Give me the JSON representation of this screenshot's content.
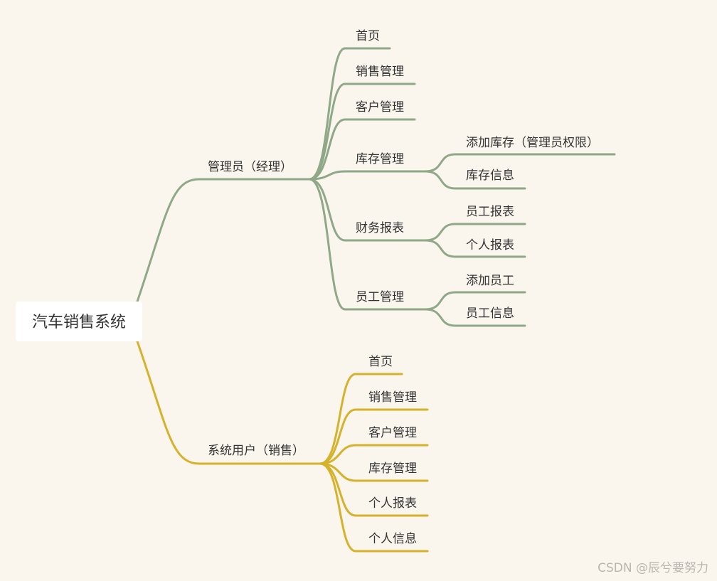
{
  "colors": {
    "background": "#faf6ee",
    "root_box": "#ffffff",
    "branch_admin": "#8fa887",
    "branch_sales": "#d6b22c",
    "text": "#333333",
    "watermark": "#b9b6b0"
  },
  "root": {
    "label": "汽车销售系统"
  },
  "branches": [
    {
      "key": "admin",
      "label": "管理员（经理）",
      "color": "#8fa887",
      "children": [
        {
          "label": "首页",
          "children": []
        },
        {
          "label": "销售管理",
          "children": []
        },
        {
          "label": "客户管理",
          "children": []
        },
        {
          "label": "库存管理",
          "children": [
            {
              "label": "添加库存（管理员权限）"
            },
            {
              "label": "库存信息"
            }
          ]
        },
        {
          "label": "财务报表",
          "children": [
            {
              "label": "员工报表"
            },
            {
              "label": "个人报表"
            }
          ]
        },
        {
          "label": "员工管理",
          "children": [
            {
              "label": "添加员工"
            },
            {
              "label": "员工信息"
            }
          ]
        }
      ]
    },
    {
      "key": "sales",
      "label": "系统用户（销售）",
      "color": "#d6b22c",
      "children": [
        {
          "label": "首页",
          "children": []
        },
        {
          "label": "销售管理",
          "children": []
        },
        {
          "label": "客户管理",
          "children": []
        },
        {
          "label": "库存管理",
          "children": []
        },
        {
          "label": "个人报表",
          "children": []
        },
        {
          "label": "个人信息",
          "children": []
        }
      ]
    }
  ],
  "watermark": "CSDN @辰兮要努力"
}
